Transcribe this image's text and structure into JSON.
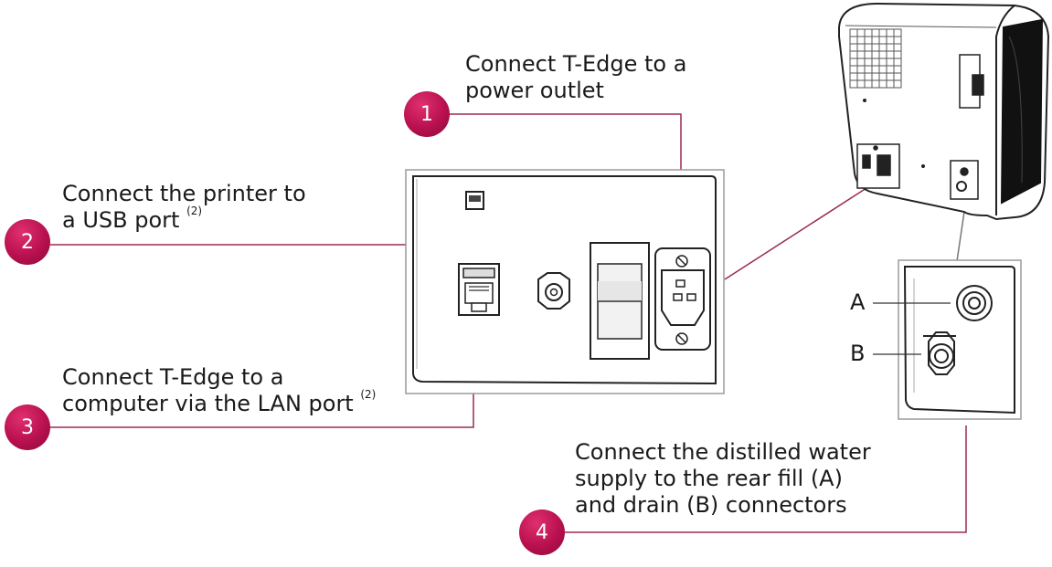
{
  "steps": [
    {
      "number": "1",
      "text_lines": [
        "Connect T-Edge to a",
        "power outlet"
      ],
      "note": ""
    },
    {
      "number": "2",
      "text_lines": [
        "Connect the printer to",
        "a USB port"
      ],
      "note": "(2)"
    },
    {
      "number": "3",
      "text_lines": [
        "Connect T-Edge to a",
        "computer via the LAN port"
      ],
      "note": "(2)"
    },
    {
      "number": "4",
      "text_lines": [
        "Connect the distilled water",
        "supply to the rear fill (A)",
        "and drain (B) connectors"
      ],
      "note": ""
    }
  ],
  "connector_letters": {
    "fill": "A",
    "drain": "B"
  },
  "colors": {
    "accent": "#b8104f",
    "leader_line": "#9a2a52",
    "line_art": "#333333"
  }
}
